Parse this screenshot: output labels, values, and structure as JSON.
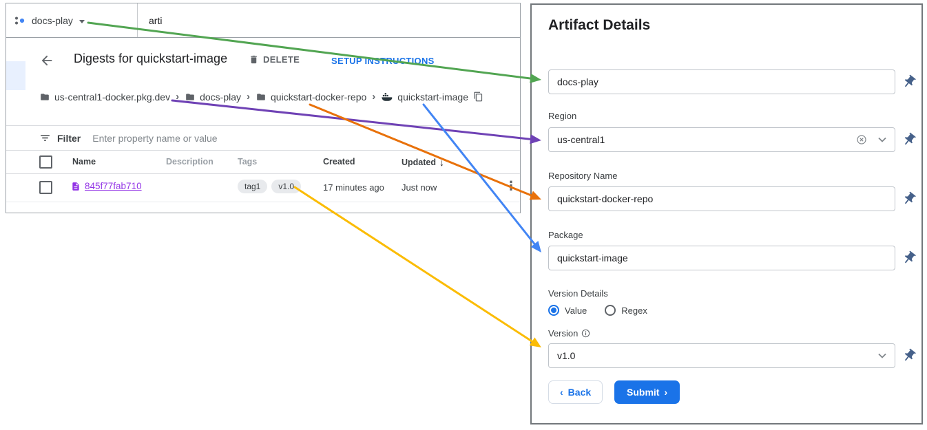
{
  "colors": {
    "accent_blue": "#1a73e8",
    "link_purple": "#9334e6",
    "pin_blue": "#46618a",
    "chip_bg": "#e8eaed",
    "border_gray": "#dadce0"
  },
  "icons": {
    "kebab": "⋮",
    "sort_desc": "↓",
    "breadcrumb_separator": "›",
    "back_chevron": "‹",
    "submit_chevron": "›"
  },
  "console": {
    "topbar": {
      "project": "docs-play",
      "search_value": "arti"
    },
    "header": {
      "title": "Digests for quickstart-image",
      "delete": "DELETE",
      "setup": "SETUP INSTRUCTIONS"
    },
    "breadcrumb": [
      "us-central1-docker.pkg.dev",
      "docs-play",
      "quickstart-docker-repo",
      "quickstart-image"
    ],
    "filter": {
      "label": "Filter",
      "placeholder": "Enter property name or value"
    },
    "table": {
      "headers": {
        "name": "Name",
        "description": "Description",
        "tags": "Tags",
        "created": "Created",
        "updated": "Updated"
      },
      "row": {
        "name": "845f77fab710",
        "description": "",
        "tags": [
          "tag1",
          "v1.0"
        ],
        "created": "17 minutes ago",
        "updated": "Just now"
      }
    }
  },
  "panel": {
    "title": "Artifact Details",
    "project_field": {
      "value": "docs-play"
    },
    "region": {
      "label": "Region",
      "value": "us-central1"
    },
    "repository": {
      "label": "Repository Name",
      "value": "quickstart-docker-repo"
    },
    "package": {
      "label": "Package",
      "value": "quickstart-image"
    },
    "version_details": {
      "label": "Version Details",
      "option_value": "Value",
      "option_regex": "Regex",
      "selected": "Value"
    },
    "version": {
      "label": "Version",
      "value": "v1.0"
    },
    "buttons": {
      "back": "Back",
      "submit": "Submit"
    }
  },
  "arrows": [
    {
      "id": "project",
      "from": "project selector docs-play",
      "to": "panel project field",
      "color": "#52a552"
    },
    {
      "id": "region",
      "from": "breadcrumb us-central1-docker.pkg.dev",
      "to": "panel Region field",
      "color": "#6f42b5"
    },
    {
      "id": "repository",
      "from": "breadcrumb quickstart-docker-repo",
      "to": "panel Repository Name field",
      "color": "#e8710a"
    },
    {
      "id": "package",
      "from": "breadcrumb quickstart-image",
      "to": "panel Package field",
      "color": "#4285f4"
    },
    {
      "id": "version",
      "from": "tag chip v1.0",
      "to": "panel Version field",
      "color": "#fbbc05"
    }
  ]
}
